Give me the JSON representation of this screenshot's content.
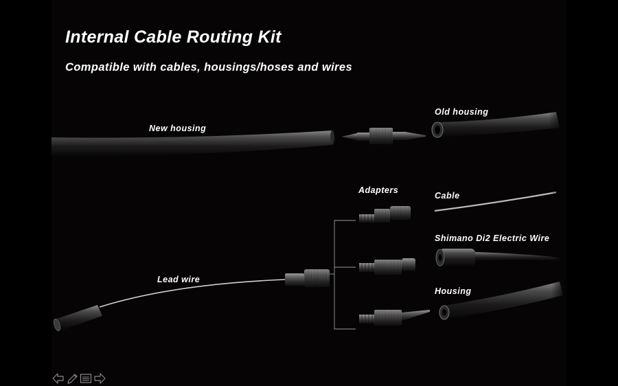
{
  "slide": {
    "title": "Internal Cable Routing Kit",
    "subtitle": "Compatible with cables, housings/hoses and wires"
  },
  "labels": {
    "new_housing": "New housing",
    "old_housing": "Old housing",
    "adapters": "Adapters",
    "cable": "Cable",
    "di2_wire": "Shimano Di2 Electric Wire",
    "lead_wire": "Lead wire",
    "housing": "Housing"
  },
  "nav": {
    "prev_icon": "arrow-left-icon",
    "annotate_icon": "pencil-icon",
    "menu_icon": "slide-menu-icon",
    "next_icon": "arrow-right-icon"
  },
  "colors": {
    "background": "#000000",
    "slide_background": "#060405",
    "text": "#ffffff"
  }
}
